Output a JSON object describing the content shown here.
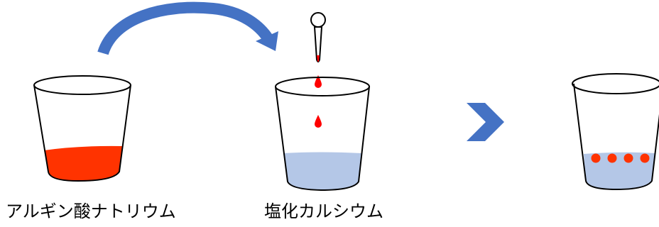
{
  "labels": {
    "sodium_alginate": "アルギン酸ナトリウム",
    "calcium_chloride": "塩化カルシウム"
  },
  "colors": {
    "alginate_liquid": "#ff3300",
    "calcium_liquid": "#b4c7e7",
    "drop": "#ff0000",
    "arrow": "#4472c4",
    "chevron": "#4472c4",
    "outline": "#000000"
  },
  "icons": {
    "transfer_arrow": "curved-arrow-icon",
    "result_arrow": "chevron-right-icon",
    "dropper": "dropper-icon"
  },
  "beads_count": 4
}
